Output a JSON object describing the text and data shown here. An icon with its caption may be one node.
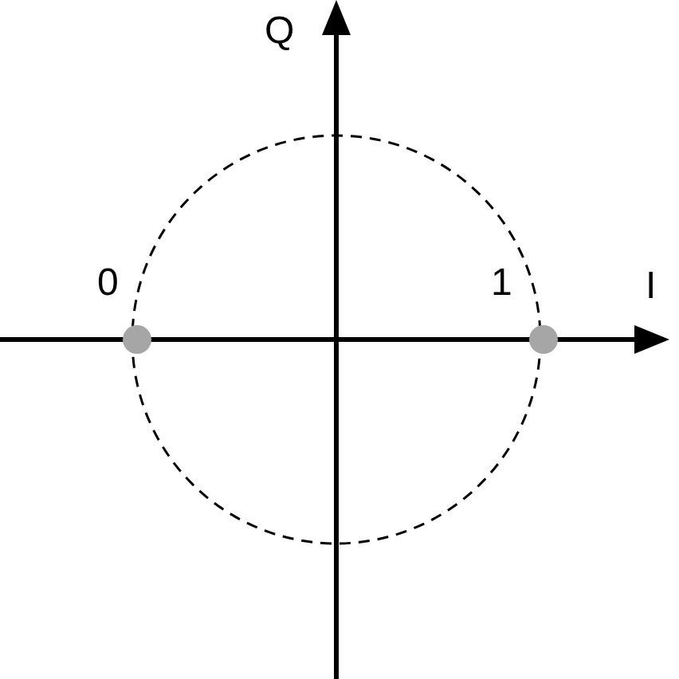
{
  "diagram": {
    "nodes": [
      {
        "text": [],
        "shape": "circle",
        "beside": [
          "0"
        ]
      },
      {
        "text": [],
        "shape": "circle",
        "beside": [
          "1"
        ]
      }
    ],
    "edges": [],
    "labels": [
      "Q",
      "I"
    ]
  }
}
